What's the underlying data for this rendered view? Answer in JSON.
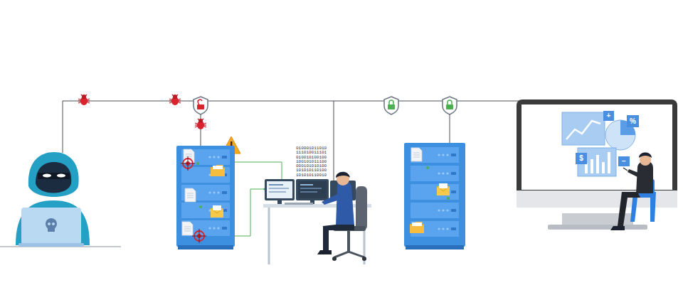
{
  "diagram": {
    "labels": [
      "010001011010 111010011101 010010100100 100101011100 000101010100 101010110100 101010110010",
      "+",
      "%",
      "$",
      "−"
    ]
  }
}
